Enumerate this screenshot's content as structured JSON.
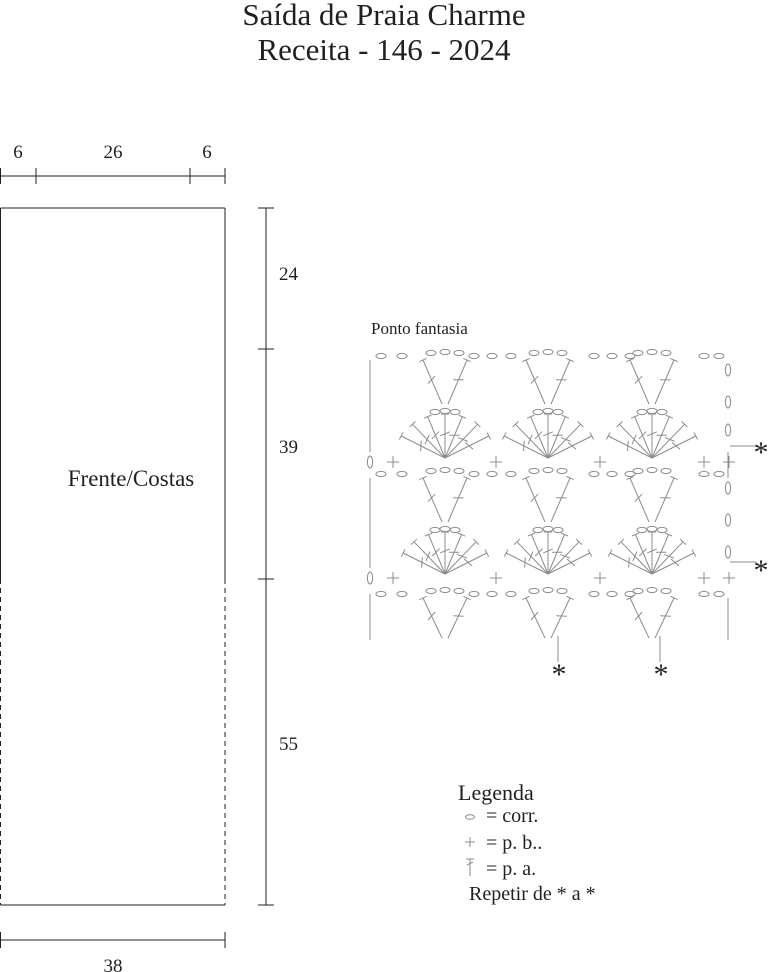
{
  "title": {
    "line1": "Saída de Praia Charme",
    "line2": "Receita - 146 - 2024"
  },
  "schematic": {
    "width_segments": [
      "6",
      "26",
      "6"
    ],
    "piece_label": "Frente/Costas",
    "height_segments": [
      "24",
      "39",
      "55"
    ],
    "bottom_width": "38"
  },
  "stitch_chart": {
    "title": "Ponto fantasia",
    "repeat_marker": "*"
  },
  "legend": {
    "title": "Legenda",
    "chain": "= corr.",
    "single_crochet": "= p. b..",
    "double_crochet": "= p. a.",
    "repeat_note": "Repetir de * a *"
  },
  "colors": {
    "ink": "#231f20",
    "chart_lines": "#8c8c8c",
    "background": "#ffffff"
  }
}
